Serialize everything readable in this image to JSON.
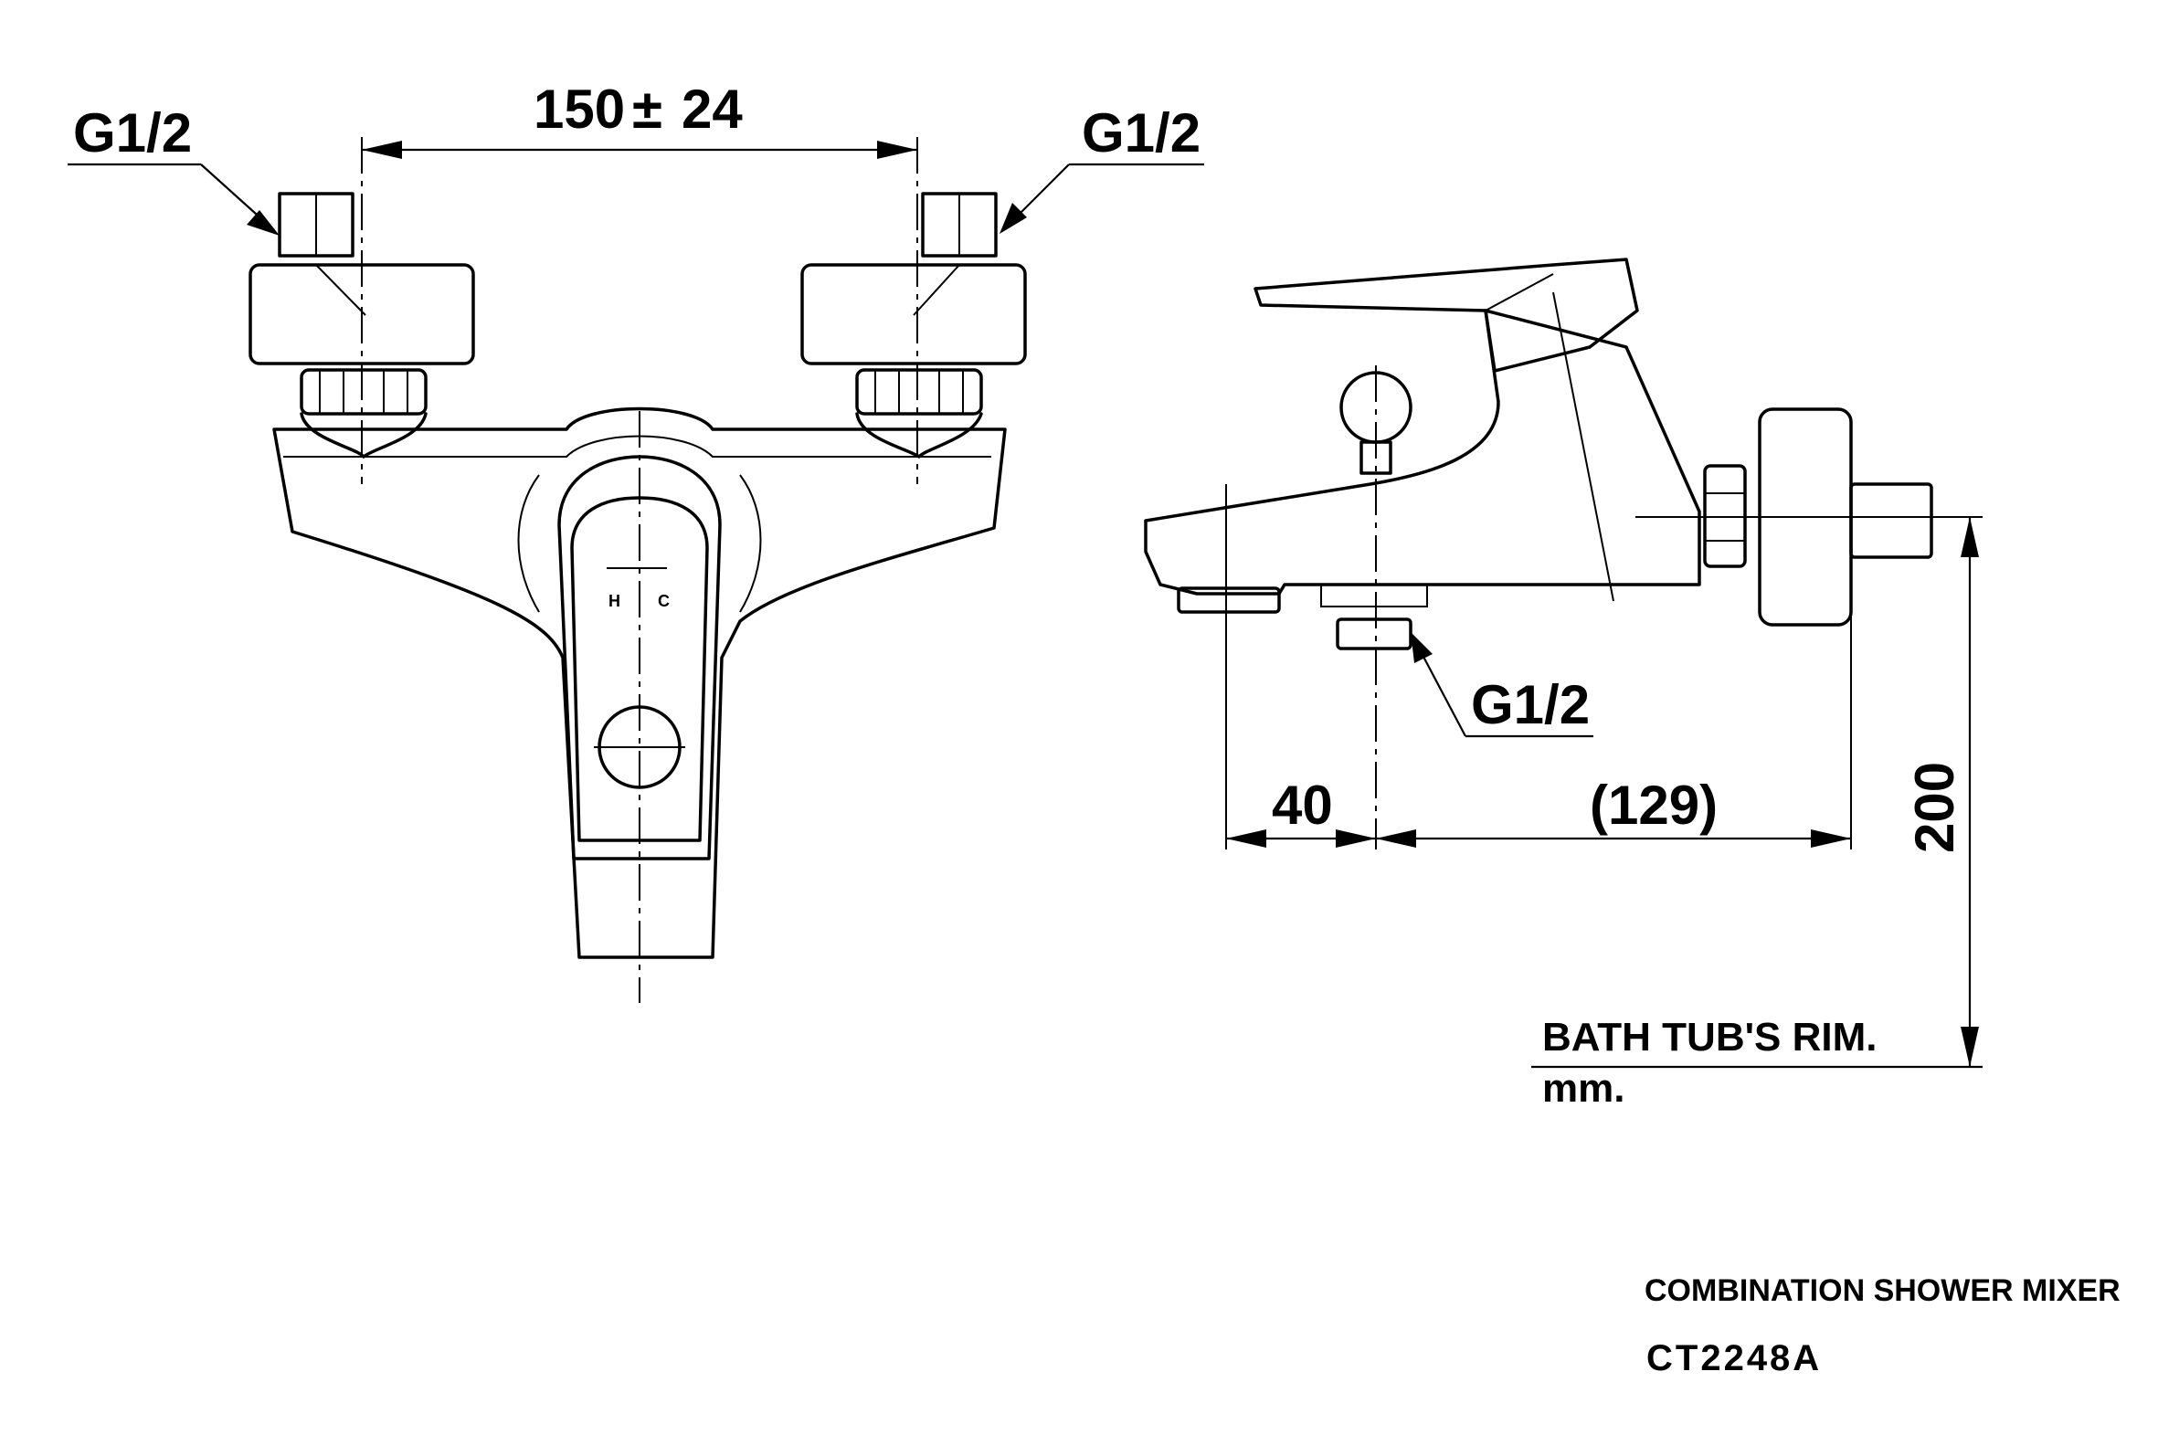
{
  "front_view": {
    "dim_spacing": "150",
    "dim_tolerance_sign": "±",
    "dim_tolerance": "24",
    "left_connection": "G1/2",
    "right_connection": "G1/2",
    "handle_hot_mark": "H",
    "handle_cold_mark": "C"
  },
  "side_view": {
    "outlet_connection": "G1/2",
    "dim_outlet_offset": "40",
    "dim_depth": "(129)",
    "dim_height": "200",
    "reference_label": "BATH TUB'S RIM.",
    "unit_label": "mm."
  },
  "title_block": {
    "product_name": "COMBINATION  SHOWER MIXER",
    "model_number": "CT2248A"
  }
}
